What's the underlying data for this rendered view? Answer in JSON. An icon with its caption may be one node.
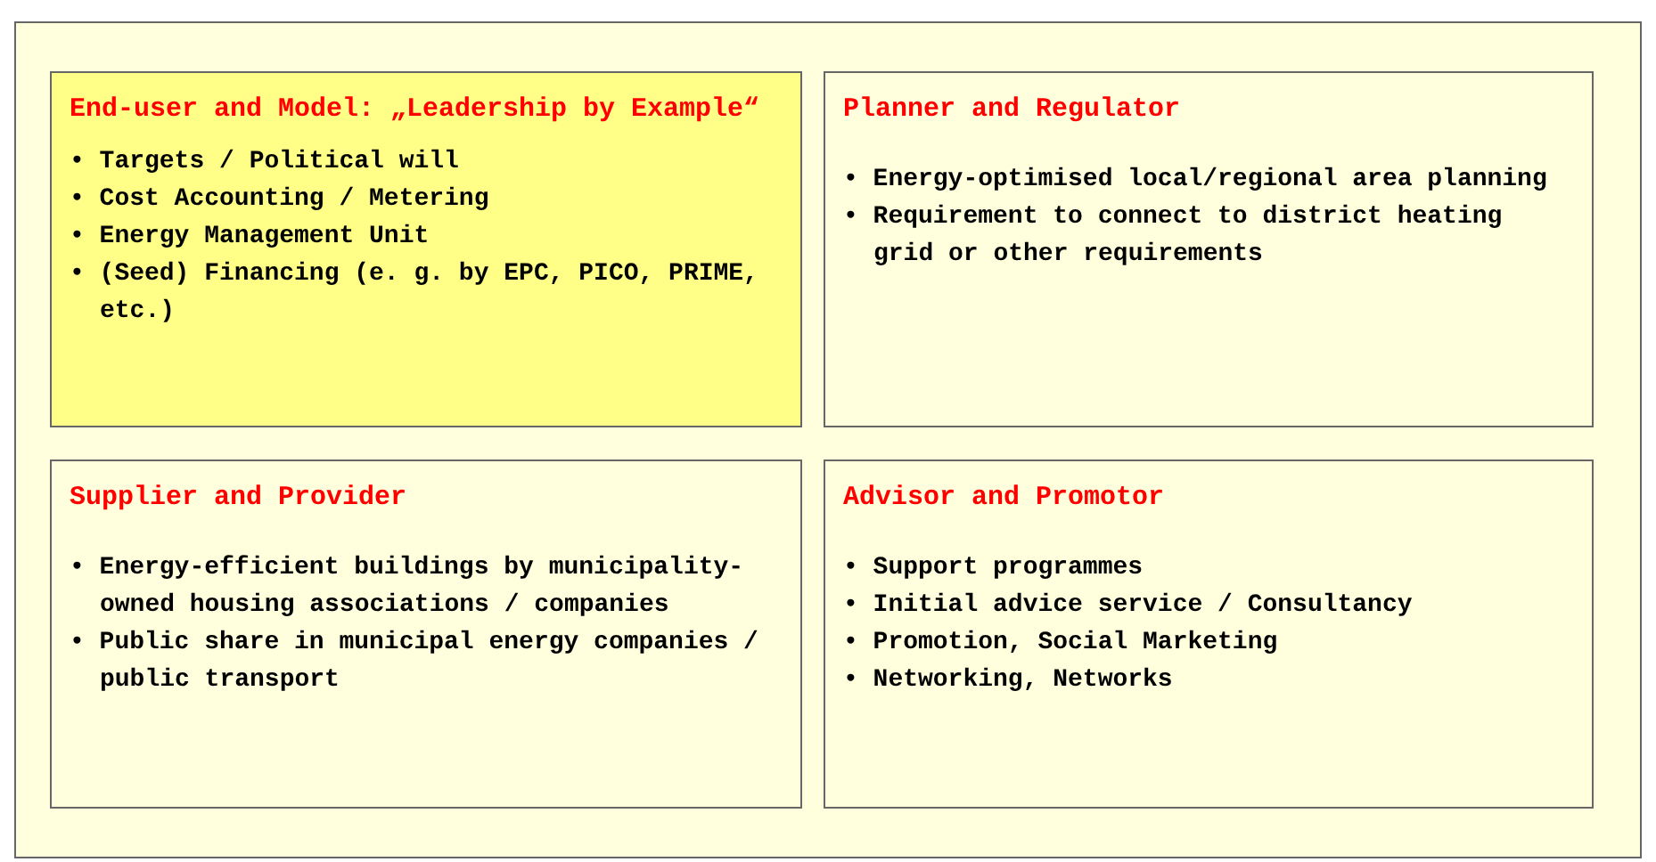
{
  "diagram": {
    "nodes": [
      {
        "text": [],
        "shape": "box"
      },
      {
        "text": [
          "End-user and Model: „Leadership by Example“",
          "• Targets / Political will",
          "• Cost Accounting / Metering",
          "• Energy Management Unit",
          "• (Seed) Financing (e. g. by EPC, PICO, PRIME, etc.)"
        ],
        "in": 0
      },
      {
        "text": [
          "Planner and Regulator",
          "• Energy-optimised local/regional area planning",
          "• Requirement to connect to district heating grid or other requirements"
        ],
        "in": 0
      },
      {
        "text": [
          "Supplier and Provider",
          "• Energy-efficient buildings by municipality-owned housing associations / companies",
          "• Public share in municipal energy companies / public transport"
        ],
        "in": 0
      },
      {
        "text": [
          "Advisor and Promotor",
          "• Support programmes",
          "• Initial advice service / Consultancy",
          "• Promotion, Social Marketing",
          "• Networking, Networks"
        ],
        "in": 0
      }
    ]
  }
}
